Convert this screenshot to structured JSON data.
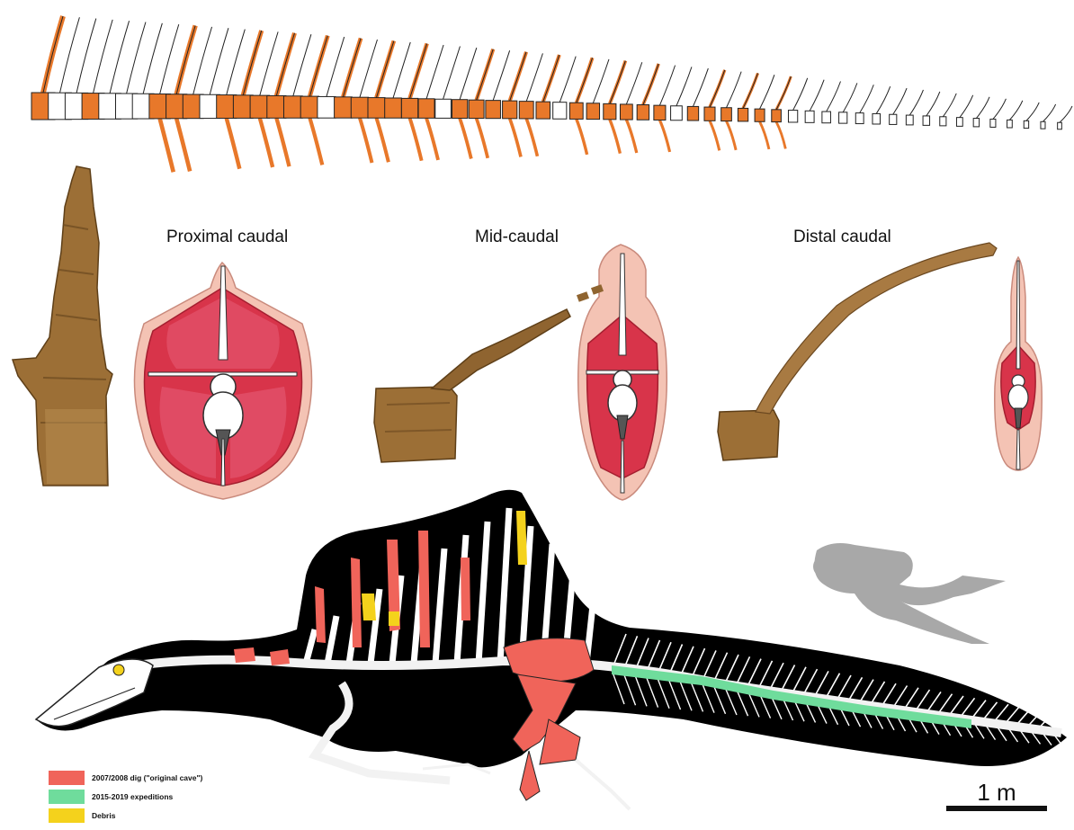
{
  "panels": {
    "proximal_label": "Proximal caudal",
    "mid_label": "Mid-caudal",
    "distal_label": "Distal caudal"
  },
  "legend": {
    "items": [
      {
        "label": "2007/2008 dig (\"original cave\")",
        "color": "#f0645a"
      },
      {
        "label": "2015-2019 expeditions",
        "color": "#6fdc9c"
      },
      {
        "label": "Debris",
        "color": "#f4d21c"
      }
    ]
  },
  "scale_bar": {
    "label": "1 m"
  },
  "colors": {
    "tail_bone_fossil": "#e8782a",
    "fossil_brown": "#9a6a2e",
    "muscle_red": "#d8344a",
    "skin_pink": "#f4c3b4",
    "silhouette_black": "#000000",
    "diver_gray": "#a8a8a8"
  }
}
